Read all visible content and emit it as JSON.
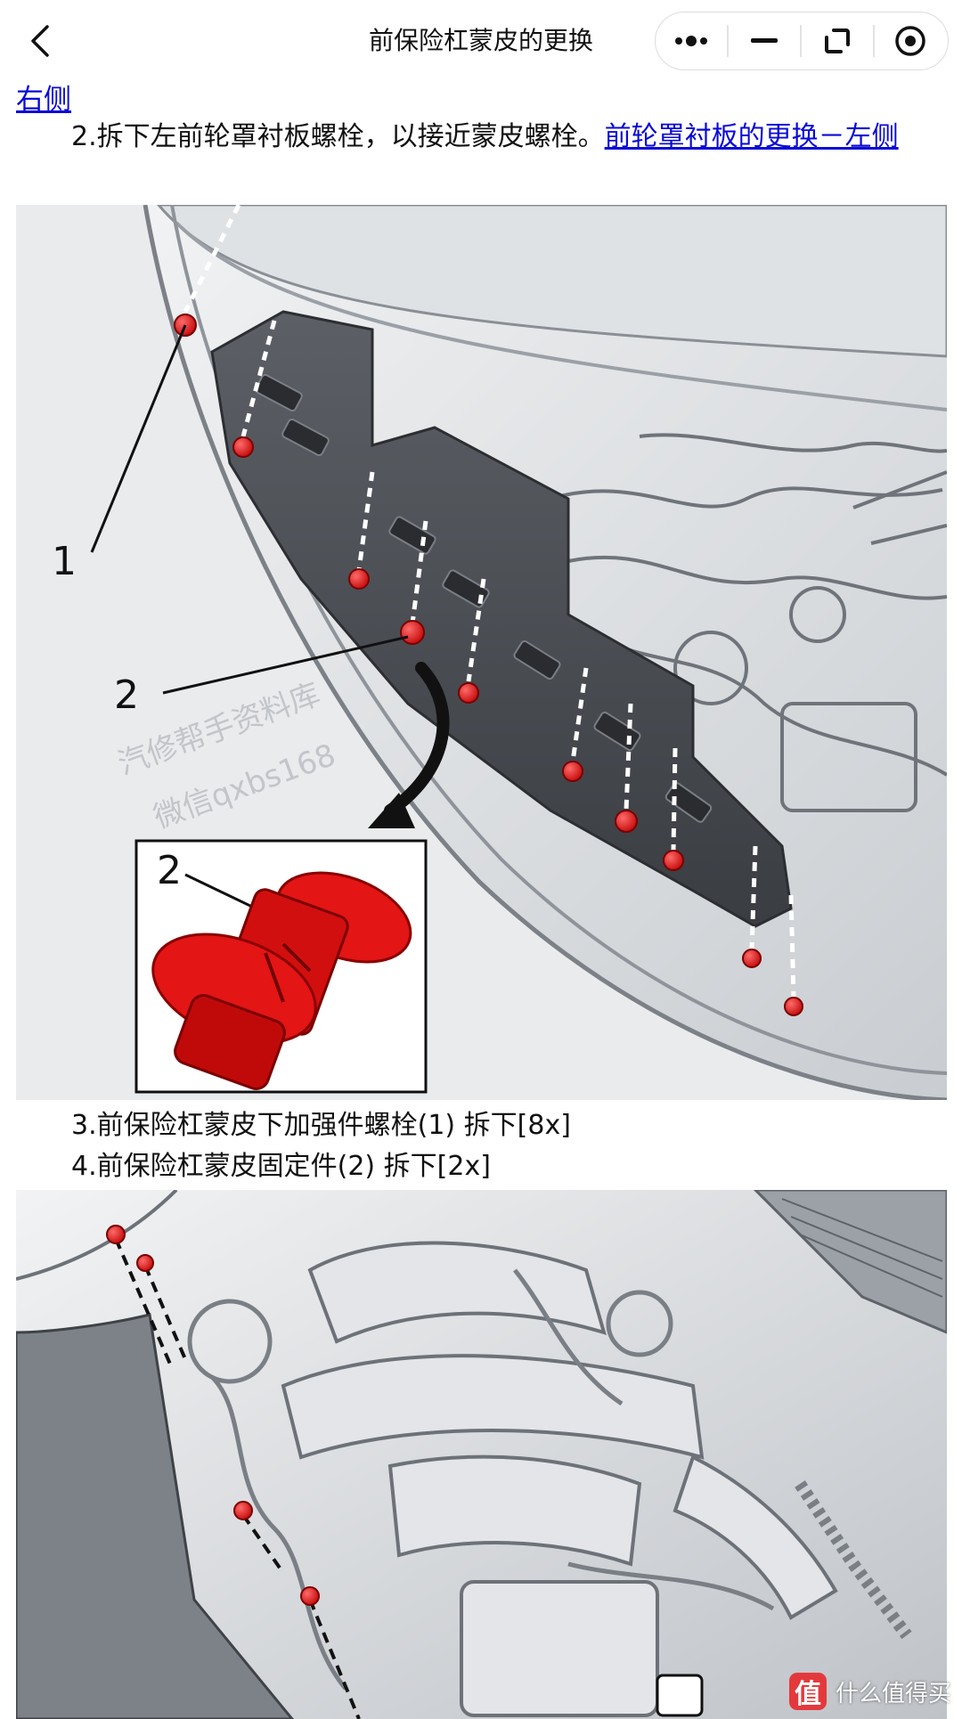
{
  "header": {
    "title": "前保险杠蒙皮的更换",
    "back_icon": "chevron-left-icon",
    "capsule": {
      "more_icon": "more-dots-icon",
      "minimize_icon": "minimize-icon",
      "share_icon": "share-window-icon",
      "close_icon": "target-close-icon"
    }
  },
  "article": {
    "top_link": "右侧",
    "step2_text": "2.拆下左前轮罩衬板螺栓，以接近蒙皮螺栓。",
    "step2_link": "前轮罩衬板的更换－左侧",
    "figure1": {
      "callout_1": "1",
      "callout_2": "2",
      "inset_callout": "2",
      "wm_line1": "汽修帮手资料库",
      "wm_line2": "微信qxbs168"
    },
    "step3": "3.前保险杠蒙皮下加强件螺栓(1) 拆下[8x]",
    "step4": "4.前保险杠蒙皮固定件(2) 拆下[2x]"
  },
  "watermark": {
    "badge": "值",
    "text": "什么值得买"
  },
  "colors": {
    "link": "#0a0ad8",
    "fastener_red": "#e01a1a",
    "capsule_border": "#dcdcdc"
  }
}
